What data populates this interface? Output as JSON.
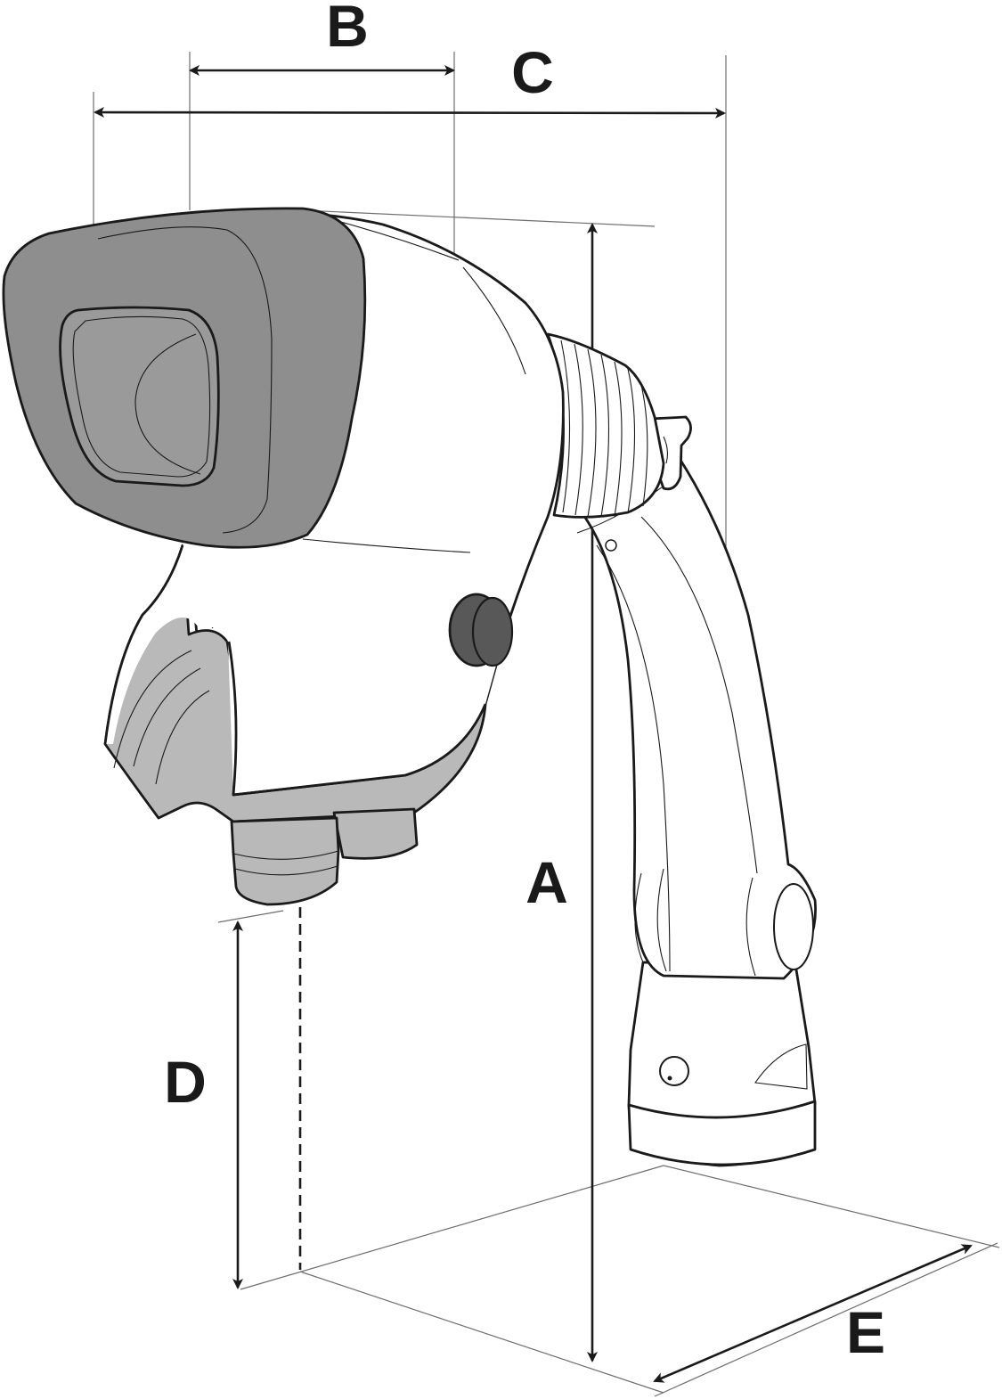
{
  "labels": {
    "a": "A",
    "b": "B",
    "c": "C",
    "d": "D",
    "e": "E"
  },
  "colors": {
    "line": "#1a1a1a",
    "eyepiece_fill": "#8e8e8e",
    "eyepiece_inner": "#9a9a9a",
    "lower_shell": "#b9b9b9",
    "knob": "#585858",
    "body": "#ffffff",
    "guide_line": "#6e6e6e"
  }
}
